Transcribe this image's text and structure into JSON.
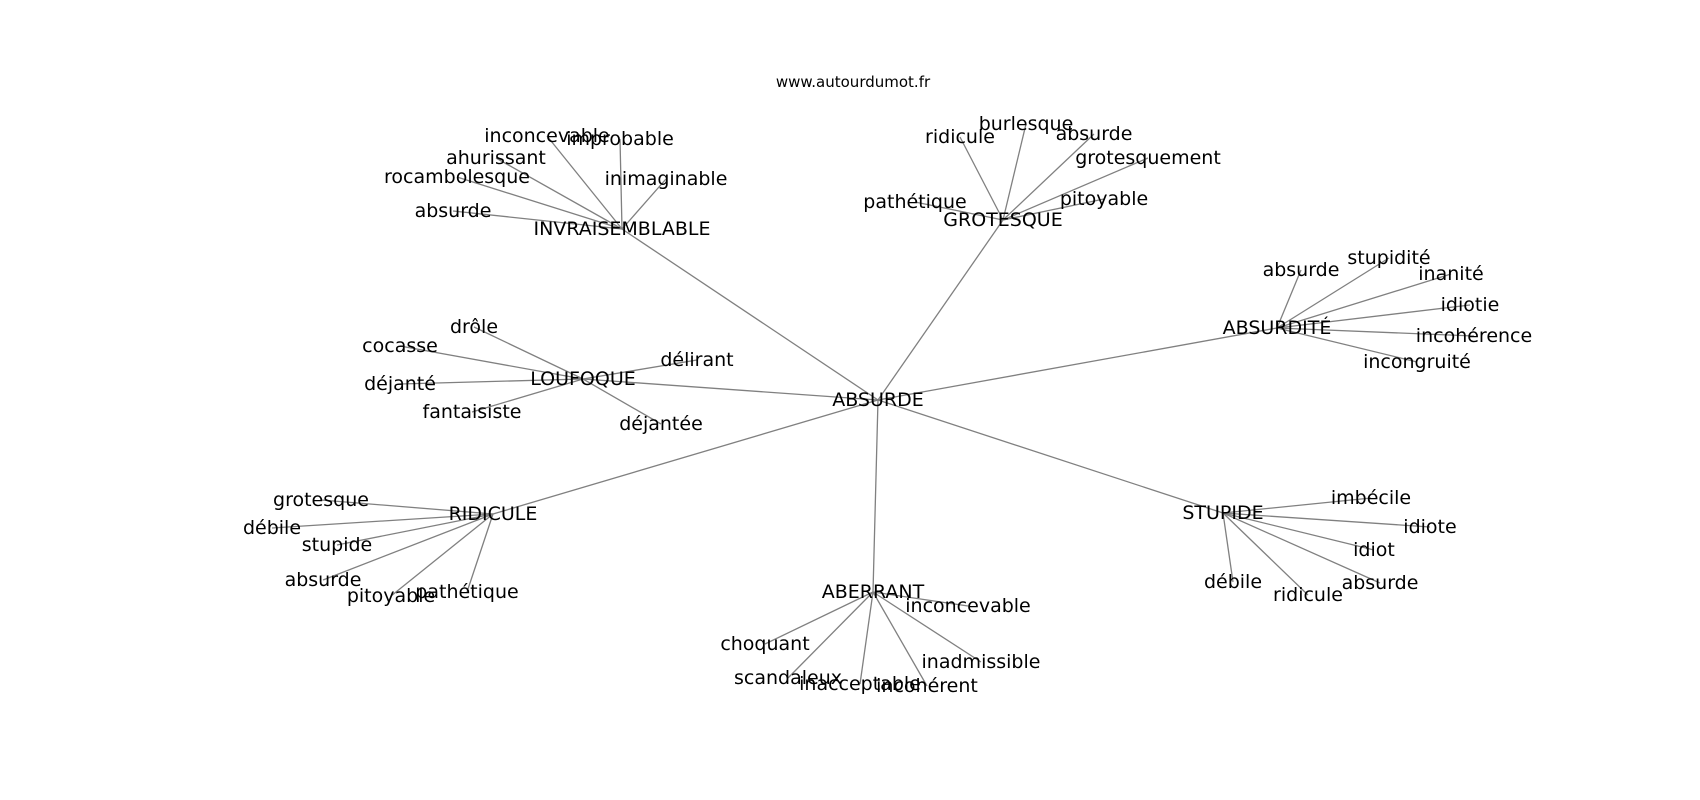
{
  "site": "www.autourdumot.fr",
  "center": "ABSURDE",
  "groups": [
    {
      "hub": "INVRAISEMBLABLE",
      "words": [
        "inconcevable",
        "improbable",
        "ahurissant",
        "rocambolesque",
        "inimaginable",
        "absurde"
      ]
    },
    {
      "hub": "GROTESQUE",
      "words": [
        "burlesque",
        "ridicule",
        "absurde",
        "grotesquement",
        "pathétique",
        "pitoyable"
      ]
    },
    {
      "hub": "ABSURDITÉ",
      "words": [
        "absurde",
        "stupidité",
        "inanité",
        "idiotie",
        "incohérence",
        "incongruité"
      ]
    },
    {
      "hub": "LOUFOQUE",
      "words": [
        "drôle",
        "cocasse",
        "délirant",
        "déjanté",
        "fantaisiste",
        "déjantée"
      ]
    },
    {
      "hub": "RIDICULE",
      "words": [
        "grotesque",
        "débile",
        "stupide",
        "absurde",
        "pitoyable",
        "pathétique"
      ]
    },
    {
      "hub": "ABERRANT",
      "words": [
        "inconcevable",
        "choquant",
        "inadmissible",
        "scandaleux",
        "inacceptable",
        "incohérent"
      ]
    },
    {
      "hub": "STUPIDE",
      "words": [
        "imbécile",
        "idiote",
        "idiot",
        "débile",
        "ridicule",
        "absurde"
      ]
    }
  ]
}
